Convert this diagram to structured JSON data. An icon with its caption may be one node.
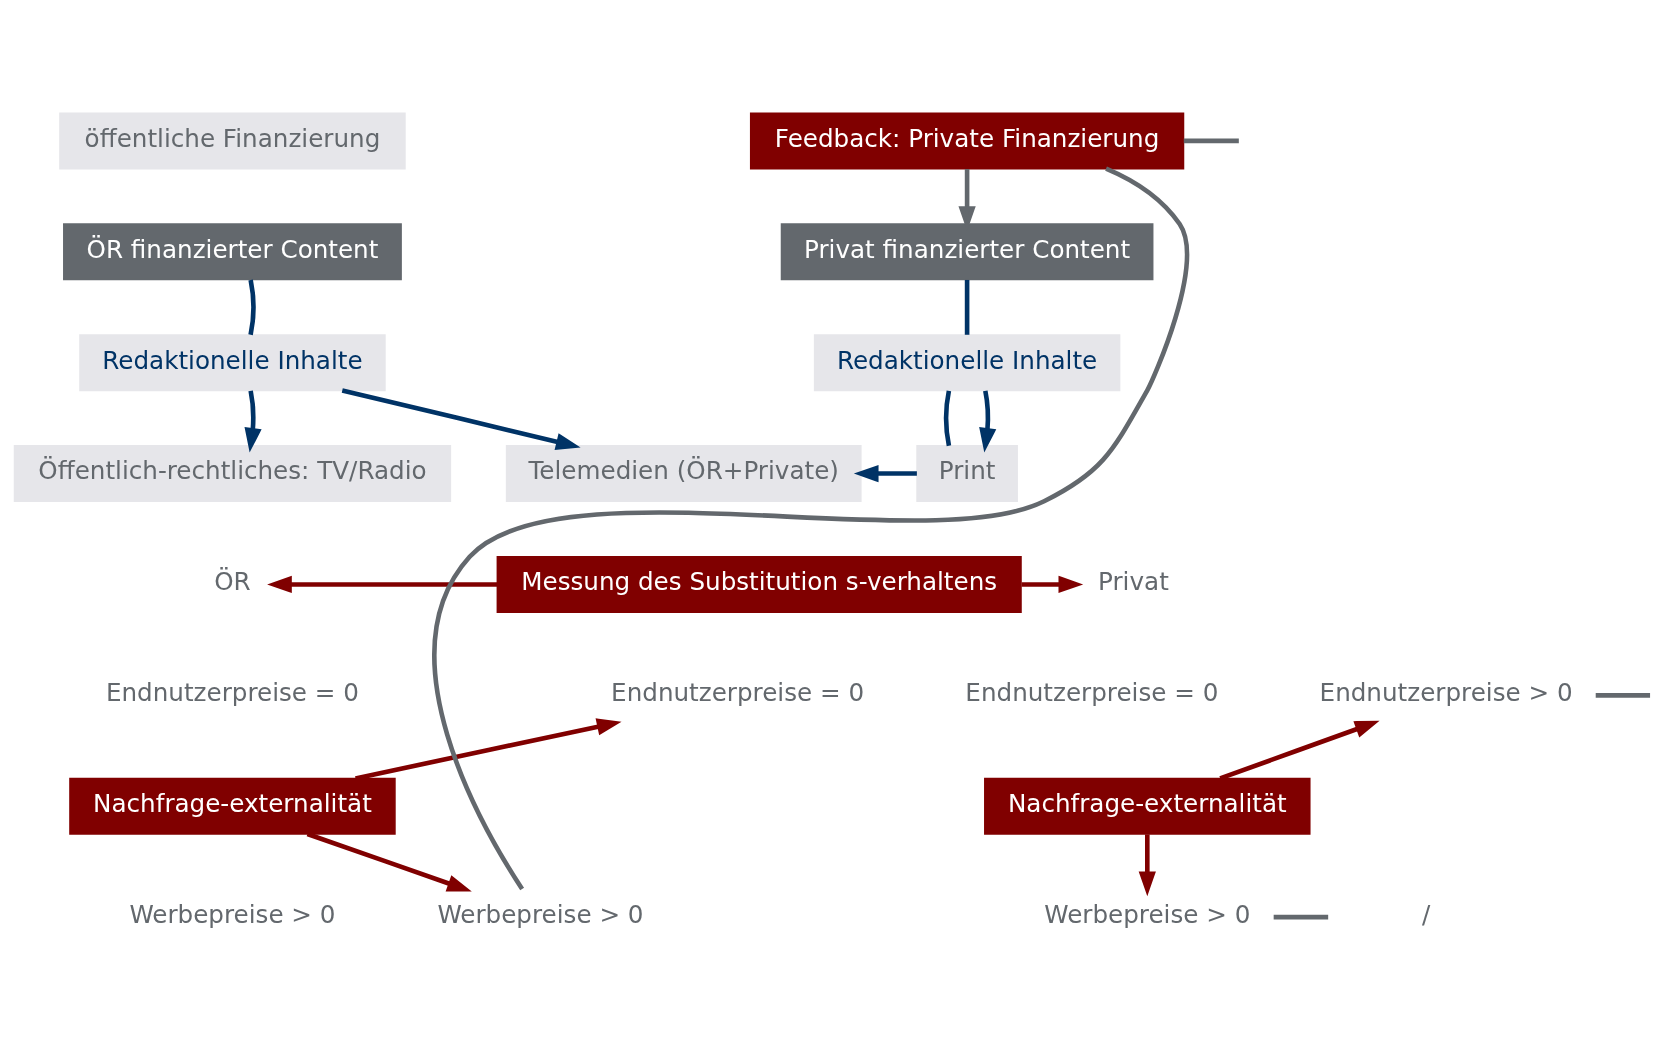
{
  "diagram": {
    "nodes": [
      {
        "text": [
          "öffentliche Finanzierung"
        ]
      },
      {
        "text": [
          "ÖR finanzierter Content"
        ]
      },
      {
        "text": [
          "Redaktionelle Inhalte"
        ]
      },
      {
        "text": [
          "Öffentlich-rechtliches: TV/Radio"
        ]
      },
      {
        "text": [
          "Telemedien (ÖR+Private)"
        ]
      },
      {
        "text": [
          "Feedback: Private Finanzierung"
        ]
      },
      {
        "text": [
          "Privat finanzierter Content"
        ]
      },
      {
        "text": [
          "Redaktionelle Inhalte"
        ]
      },
      {
        "text": [
          "Print"
        ]
      },
      {
        "text": [
          "ÖR"
        ]
      },
      {
        "text": [
          "Messung des Substitution s-verhaltens"
        ]
      },
      {
        "text": [
          "Privat"
        ]
      },
      {
        "text": [
          "Endnutzerpreise = 0"
        ]
      },
      {
        "text": [
          "Endnutzerpreise = 0"
        ]
      },
      {
        "text": [
          "Endnutzerpreise = 0"
        ]
      },
      {
        "text": [
          "Endnutzerpreise > 0"
        ]
      },
      {
        "text": [
          "Nachfrage-externalität"
        ]
      },
      {
        "text": [
          "Nachfrage-externalität"
        ]
      },
      {
        "text": [
          "Werbepreise > 0"
        ]
      },
      {
        "text": [
          "Werbepreise > 0"
        ]
      },
      {
        "text": [
          "Werbepreise > 0"
        ]
      }
    ],
    "edges": [
      {
        "from": 1,
        "to": 2,
        "arrow": "none"
      },
      {
        "from": 2,
        "to": 3,
        "arrow": "to"
      },
      {
        "from": 2,
        "to": 4,
        "arrow": "to"
      },
      {
        "from": 5,
        "to": 6,
        "arrow": "to",
        "color": "#63686d"
      },
      {
        "from": 6,
        "to": 7,
        "arrow": "none"
      },
      {
        "from": 7,
        "to": 8,
        "arrow": "none"
      },
      {
        "from": 7,
        "to": 8,
        "arrow": "to"
      },
      {
        "from": 8,
        "to": 4,
        "arrow": "to"
      },
      {
        "from": 10,
        "to": 9,
        "arrow": "to",
        "color": "#800000"
      },
      {
        "from": 10,
        "to": 11,
        "arrow": "to",
        "color": "#800000"
      },
      {
        "from": 16,
        "to": 14,
        "arrow": "to",
        "color": "#800000"
      },
      {
        "from": 16,
        "to": 19,
        "arrow": "to",
        "color": "#800000"
      },
      {
        "from": 17,
        "to": 15,
        "arrow": "to",
        "color": "#800000"
      },
      {
        "from": 17,
        "to": 20,
        "arrow": "to",
        "color": "#800000"
      },
      {
        "from": 19,
        "to": 5,
        "arrow": "none",
        "color": "#63686d"
      },
      {
        "from": 5,
        "to": null,
        "arrow": "none",
        "color": "#63686d"
      },
      {
        "from": 15,
        "to": null,
        "arrow": "none",
        "color": "#63686d"
      },
      {
        "from": 20,
        "to": null,
        "arrow": "none",
        "color": "#63686d"
      }
    ],
    "labels": [
      "/"
    ]
  }
}
